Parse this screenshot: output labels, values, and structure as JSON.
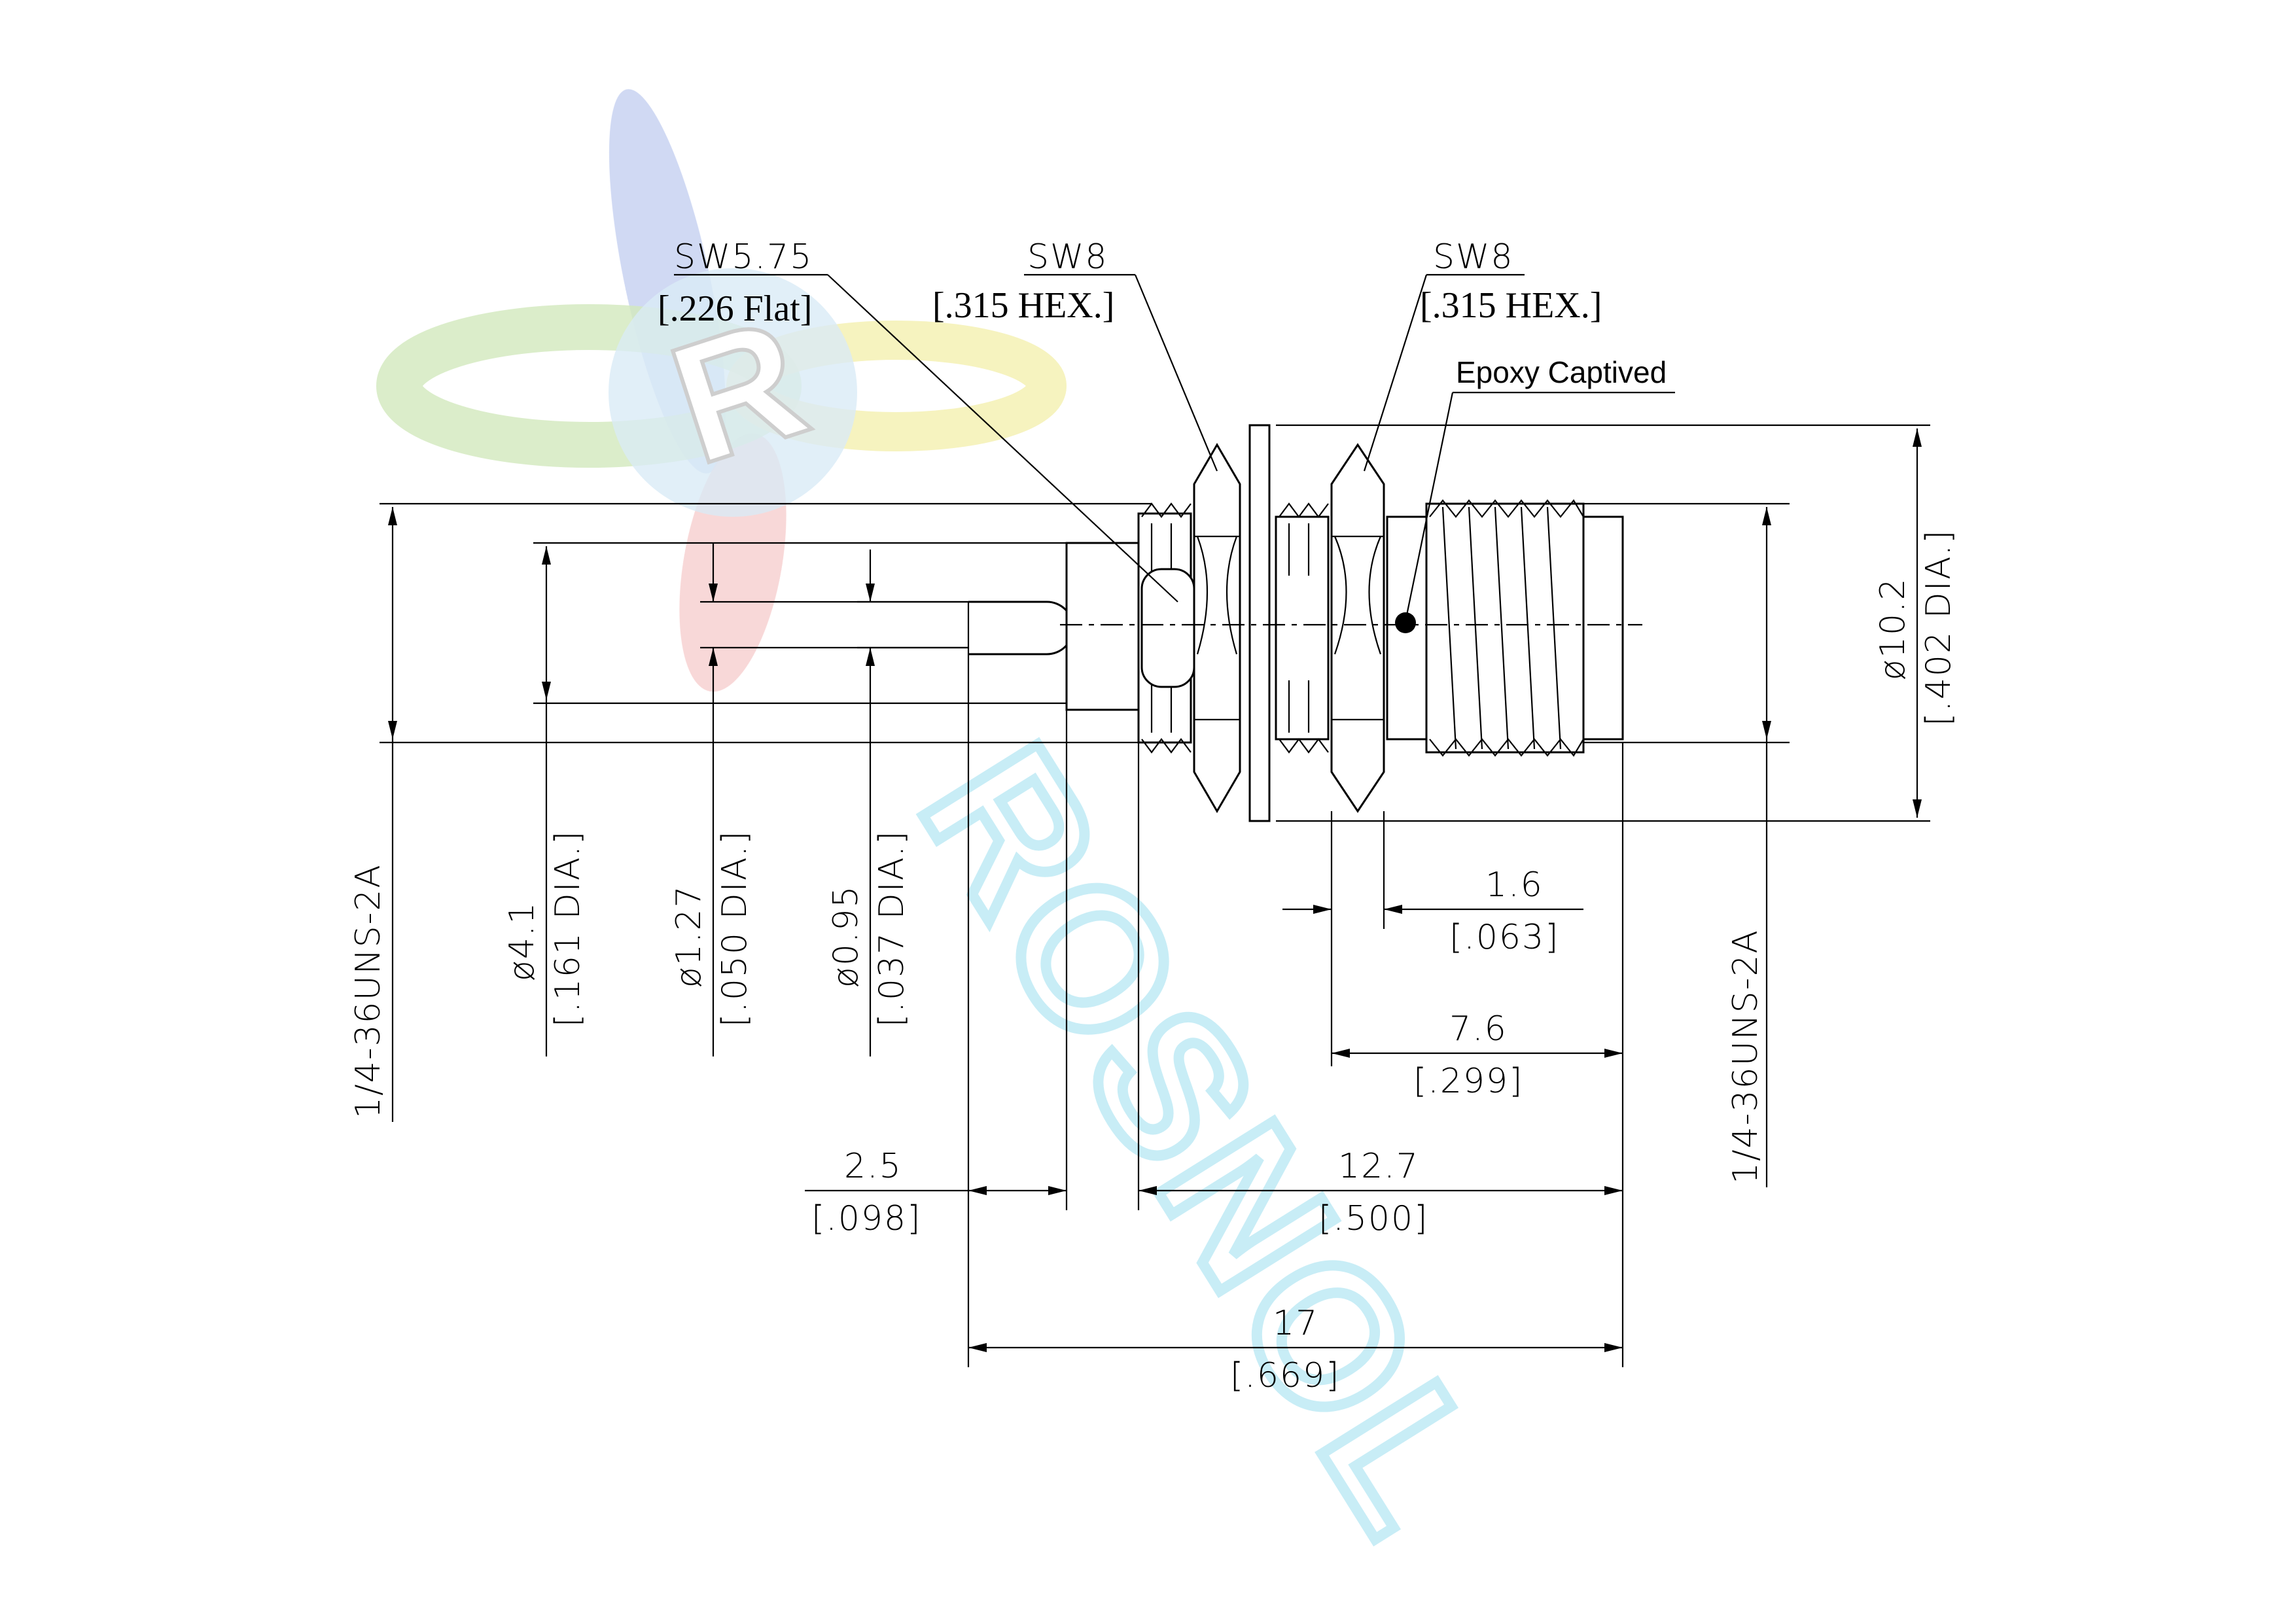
{
  "watermark": {
    "brand_text": "ROSNOL",
    "logo_letter": "R"
  },
  "callouts": {
    "sw1": {
      "line1": "SW5.75",
      "line2": "[.226 Flat]"
    },
    "sw2": {
      "line1": "SW8",
      "line2": "[.315 HEX.]"
    },
    "sw3": {
      "line1": "SW8",
      "line2": "[.315 HEX.]"
    },
    "epoxy": "Epoxy Captived"
  },
  "dimensions": {
    "thread_left": "1/4-36UNS-2A",
    "dia_4_1": {
      "metric": "ø4.1",
      "inch": "[.161 DIA.]"
    },
    "dia_1_27": {
      "metric": "ø1.27",
      "inch": "[.050 DIA.]"
    },
    "dia_0_95": {
      "metric": "ø0.95",
      "inch": "[.037 DIA.]"
    },
    "thread_right": "1/4-36UNS-2A",
    "dia_10_2": {
      "metric": "ø10.2",
      "inch": "[.402 DIA.]"
    },
    "len_1_6": {
      "metric": "1.6",
      "inch": "[.063]"
    },
    "len_7_6": {
      "metric": "7.6",
      "inch": "[.299]"
    },
    "len_2_5": {
      "metric": "2.5",
      "inch": "[.098]"
    },
    "len_12_7": {
      "metric": "12.7",
      "inch": "[.500]"
    },
    "len_17": {
      "metric": "17",
      "inch": "[.669]"
    }
  },
  "colors": {
    "line": "#000000",
    "watermark_cyan": "#bfeaf5",
    "logo_blue": "#b9c7ee",
    "logo_green": "#cfe8b8",
    "logo_yellow": "#f4efb0",
    "logo_red": "#f6c9c9"
  }
}
